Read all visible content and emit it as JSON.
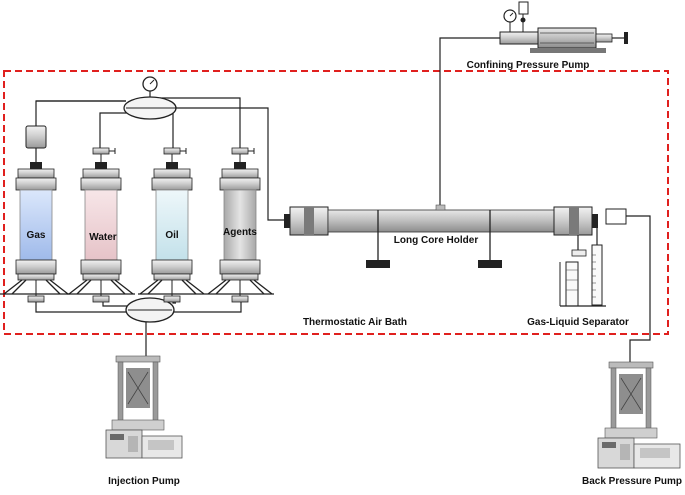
{
  "labels": {
    "confining_pump": "Confining Pressure Pump",
    "gas": "Gas",
    "water": "Water",
    "oil": "Oil",
    "agents": "Agents",
    "core_holder": "Long Core Holder",
    "air_bath": "Thermostatic Air Bath",
    "separator": "Gas-Liquid Separator",
    "injection_pump": "Injection Pump",
    "back_pressure_pump": "Back Pressure Pump"
  },
  "colors": {
    "boundary": "#e0201e",
    "gas_fluid": "#a9c3ee",
    "water_fluid": "#eed0d4",
    "oil_fluid": "#cde7ef",
    "agents_fluid": "#c8c8c8",
    "line": "#222222"
  },
  "icons": [
    "pressure-gauge-icon",
    "valve-icon",
    "pump-icon",
    "measuring-cylinder-icon"
  ]
}
